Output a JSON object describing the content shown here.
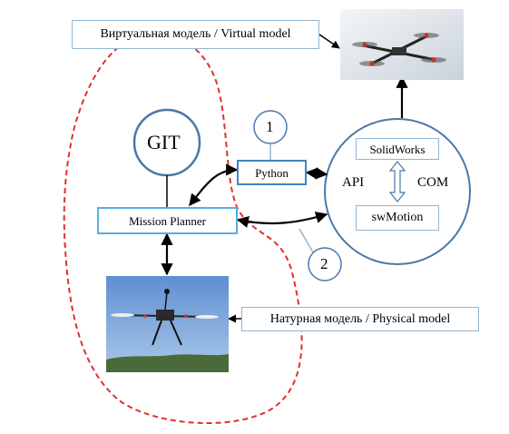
{
  "labels": {
    "virtual_model": "Виртуальная модель / Virtual model",
    "physical_model": "Натурная модель / Physical model",
    "git": "GIT",
    "python": "Python",
    "mission_planner": "Mission Planner",
    "solidworks": "SolidWorks",
    "swmotion": "swMotion",
    "api": "API",
    "com": "COM",
    "marker_1": "1",
    "marker_2": "2"
  },
  "icons": {
    "virtual_drone": "quadcopter-render-icon",
    "physical_drone": "quadcopter-photo-icon"
  },
  "colors": {
    "box_border": "#3d85c6",
    "light_border": "#8fb6d6",
    "circle_stroke": "#4a78a8",
    "dashed_outline": "#e03030",
    "arrow": "#000000",
    "sky": "#7ea6d8",
    "ground": "#4b6a3a"
  }
}
